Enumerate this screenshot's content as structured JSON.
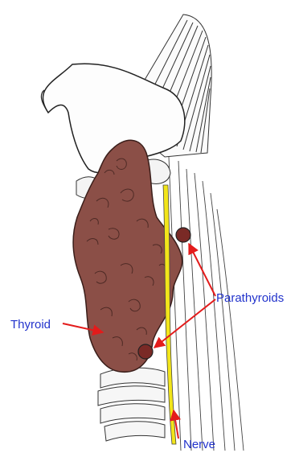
{
  "labels": {
    "parathyroids": "Parathyroids",
    "thyroid": "Thyroid",
    "nerve": "Nerve"
  },
  "colors": {
    "background": "#ffffff",
    "thyroid_fill": "#8b4f47",
    "thyroid_texture": "#3a1e1a",
    "parathyroid_fill": "#7a2a26",
    "nerve_fill": "#f2e51a",
    "label_text": "#2233cc",
    "arrow": "#e31b1b",
    "outline": "#222222"
  },
  "icons": {
    "thyroid": "thyroid-gland-drawing",
    "parathyroids": "parathyroid-gland-dot",
    "nerve": "nerve-strand",
    "arrows": "red-pointer-arrow"
  }
}
